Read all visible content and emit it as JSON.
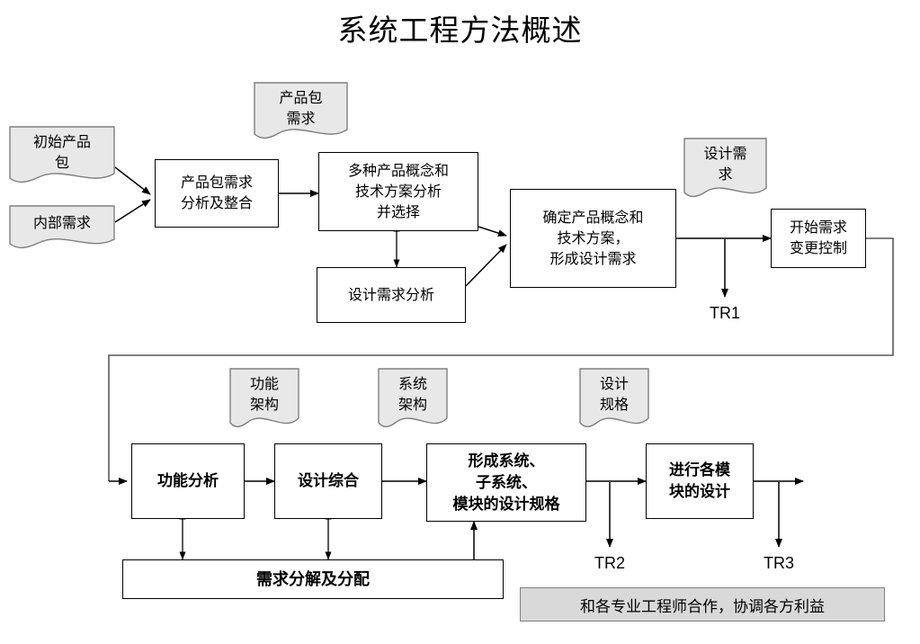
{
  "page": {
    "title": "系统工程方法概述",
    "background": "#ffffff",
    "doc_fill": "#e8e8e8",
    "doc_stroke": "#7f7f7f",
    "note_fill": "#d9d9d9",
    "note_stroke": "#7f7f7f",
    "line_color": "#000000"
  },
  "inputs": [
    {
      "id": "initial-package",
      "label": "初始产品\n包"
    },
    {
      "id": "internal-requirement",
      "label": "内部需求"
    }
  ],
  "documents": [
    {
      "id": "package-requirement",
      "label": "产品包\n需求"
    },
    {
      "id": "design-requirement",
      "label": "设计需\n求"
    },
    {
      "id": "functional-architecture",
      "label": "功能\n架构"
    },
    {
      "id": "system-architecture",
      "label": "系统\n架构"
    },
    {
      "id": "design-specification",
      "label": "设计\n规格"
    }
  ],
  "processes": [
    {
      "id": "package-requirement-analysis",
      "label": "产品包需求\n分析及整合",
      "bold": false
    },
    {
      "id": "concept-tech-analysis",
      "label": "多种产品概念和\n技术方案分析\n并选择",
      "bold": false
    },
    {
      "id": "design-requirement-analysis",
      "label": "设计需求分析",
      "bold": false
    },
    {
      "id": "confirm-concept-tech",
      "label": "确定产品概念和\n技术方案，\n形成设计需求",
      "bold": false
    },
    {
      "id": "start-change-control",
      "label": "开始需求\n变更控制",
      "bold": false
    },
    {
      "id": "functional-analysis",
      "label": "功能分析",
      "bold": true
    },
    {
      "id": "design-synthesis",
      "label": "设计综合",
      "bold": true
    },
    {
      "id": "form-design-spec",
      "label": "形成系统、\n子系统、\n模块的设计规格",
      "bold": true
    },
    {
      "id": "module-design",
      "label": "进行各模\n块的设计",
      "bold": true
    },
    {
      "id": "requirement-decomposition",
      "label": "需求分解及分配",
      "bold": true
    }
  ],
  "milestones": [
    {
      "id": "tr1",
      "label": "TR1"
    },
    {
      "id": "tr2",
      "label": "TR2"
    },
    {
      "id": "tr3",
      "label": "TR3"
    }
  ],
  "footer_note": {
    "id": "collaboration-note",
    "label": "和各专业工程师合作，协调各方利益"
  }
}
